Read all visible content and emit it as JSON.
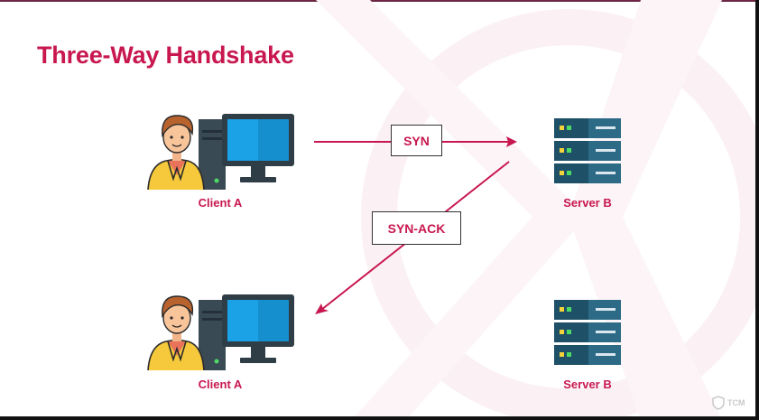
{
  "slide": {
    "title": "Three-Way Handshake"
  },
  "nodes": {
    "client_top": "Client A",
    "server_top": "Server B",
    "client_bottom": "Client A",
    "server_bottom": "Server B"
  },
  "messages": {
    "syn": "SYN",
    "syn_ack": "SYN-ACK"
  },
  "watermark": "TCM",
  "colors": {
    "accent": "#c8174f",
    "server": "#1e5068",
    "monitor": "#1aa1e6"
  }
}
